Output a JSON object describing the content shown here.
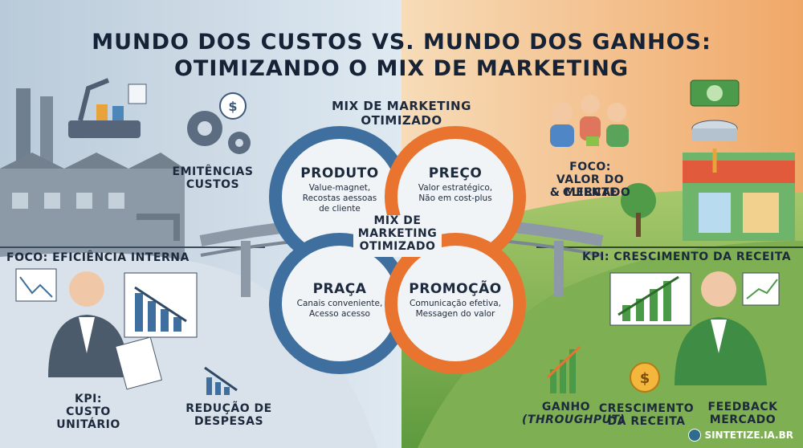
{
  "title": {
    "line1": "MUNDO DOS CUSTOS VS. MUNDO DOS GANHOS:",
    "line2": "OTIMIZANDO O MIX DE MARKETING"
  },
  "center_header": {
    "line1": "MIX DE MARKETING",
    "line2": "OTIMIZADO"
  },
  "center_label": {
    "line1": "MIX DE",
    "line2": "MARKETING",
    "line3": "OTIMIZADO"
  },
  "rings": {
    "produto": {
      "title": "PRODUTO",
      "line1": "Value-magnet,",
      "line2": "Recostas aessoas",
      "line3": "de cliente"
    },
    "preco": {
      "title": "PREÇO",
      "line1": "Valor estratégico,",
      "line2": "Não em cost-plus"
    },
    "praca": {
      "title": "PRAÇA",
      "line1": "Canais conveniente,",
      "line2": "Acesso acesso"
    },
    "promocao": {
      "title": "PROMOÇÃO",
      "line1": "Comunicação efetiva,",
      "line2": "Messagen do valor"
    }
  },
  "left": {
    "gears_label": {
      "line1": "EMITÊNCIAS",
      "line2": "CUSTOS"
    },
    "focus": "FOCO: EFICIÊNCIA INTERNA",
    "kpi": {
      "line1": "KPI:",
      "line2": "CUSTO UNITÁRIO"
    },
    "reducao": {
      "line1": "REDUÇÃO DE",
      "line2": "DESPESAS"
    }
  },
  "right": {
    "focus": {
      "line1": "FOCO:",
      "line2": "VALOR DO CLIENTE",
      "line3": "& MERCADO"
    },
    "kpi": "KPI: CRESCIMENTO DA RECEITA",
    "ganho": {
      "line1": "GANHO",
      "line2": "(THROUGHPUT)"
    },
    "crescimento": {
      "line1": "CRESCIMENTO",
      "line2": "DA RECEITA"
    },
    "feedback": {
      "line1": "FEEDBACK",
      "line2": "MERCADO"
    }
  },
  "brand": "SINTETIZE.IA.BR",
  "icons": [
    "factory-icon",
    "robot-arm-icon",
    "gears-icon",
    "dollar-icon",
    "bar-chart-down-icon",
    "people-icon",
    "money-icon",
    "store-icon",
    "bar-chart-up-icon",
    "coin-icon",
    "businessman-icon"
  ],
  "colors": {
    "left_bg": "#c9d8e6",
    "right_bg": "#f3c48d",
    "blue_ring": "#3f6f9e",
    "orange_ring": "#e8742f",
    "title": "#162235"
  }
}
